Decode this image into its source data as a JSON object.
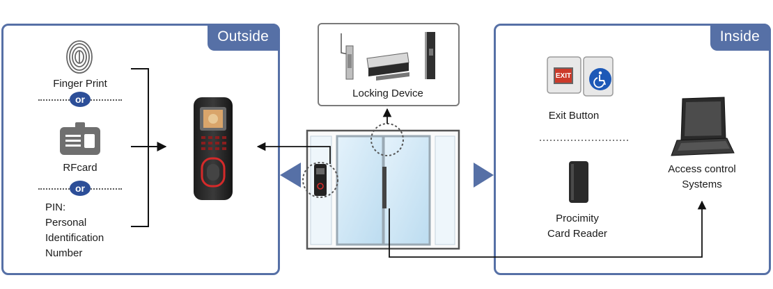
{
  "outside": {
    "tag": "Outside",
    "finger_print": "Finger Print",
    "or_1": "or",
    "rfcard": "RFcard",
    "or_2": "or",
    "pin_lines": [
      "PIN:",
      "Personal",
      "Identification",
      "Number"
    ]
  },
  "locking": {
    "label": "Locking Device"
  },
  "inside": {
    "tag": "Inside",
    "exit_button": "Exit Button",
    "exit_sign": "EXIT",
    "proximity_lines": [
      "Procimity",
      "Card Reader"
    ],
    "access_lines": [
      "Access control",
      "Systems"
    ]
  },
  "colors": {
    "panel_border": "#5670a6",
    "or_badge": "#2c4e98",
    "door_frame": "#555555",
    "glass": "#cfe6f5"
  }
}
